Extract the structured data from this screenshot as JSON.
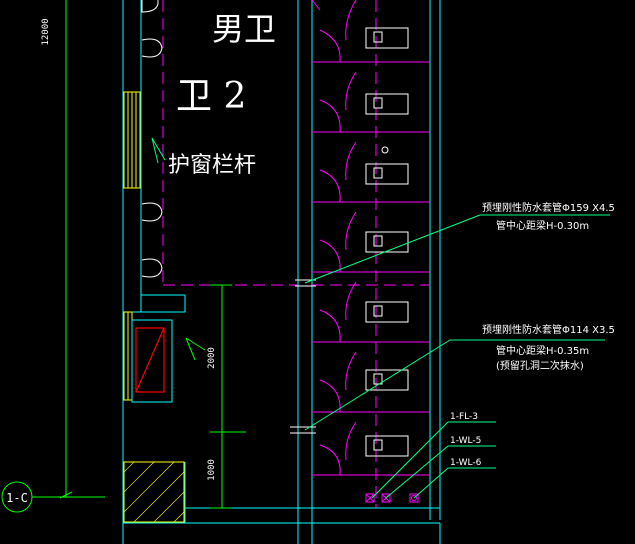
{
  "colors": {
    "background": "#000000",
    "wall": "#00ffff",
    "partition": "#ff00ff",
    "leader": "#00ff7f",
    "window": "#ffff00",
    "hatch": "#ffff00",
    "fire_box": "#ff0000",
    "dimension": "#00ff00",
    "text": "#ffffff"
  },
  "labels": {
    "room_name": "男卫",
    "room_number": "卫 2",
    "window_guard": "护窗栏杆",
    "dim_top": "12000",
    "dim_2000": "2000",
    "dim_1000": "1000",
    "grid_axis": "1-C"
  },
  "callouts": {
    "sleeve_1_line1": "预埋刚性防水套管Φ159 X4.5",
    "sleeve_1_line2": "管中心距梁H-0.30m",
    "sleeve_2_line1": "预埋刚性防水套管Φ114 X3.5",
    "sleeve_2_line2": "管中心距梁H-0.35m",
    "sleeve_2_line3": "(预留孔洞二次抹水)",
    "pipe_fl3": "1-FL-3",
    "pipe_wl5": "1-WL-5",
    "pipe_wl6": "1-WL-6"
  }
}
